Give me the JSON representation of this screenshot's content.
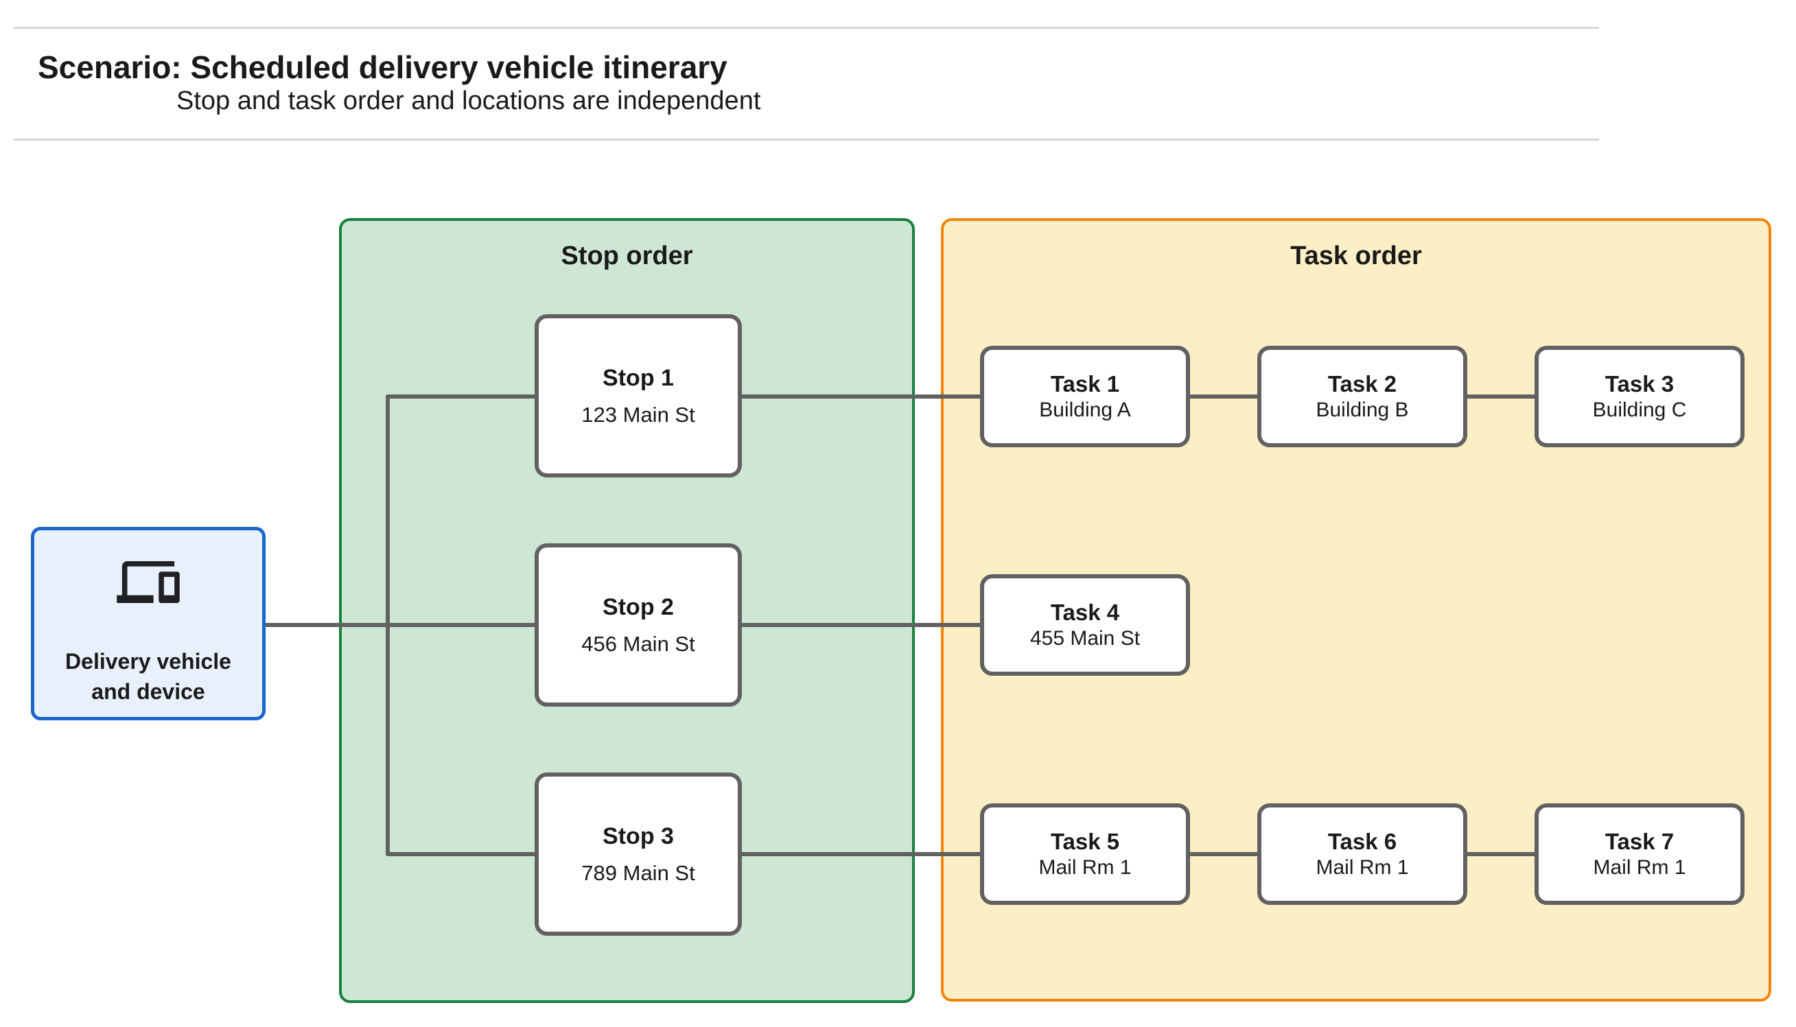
{
  "header": {
    "title": "Scenario: Scheduled delivery vehicle itinerary",
    "subtitle": "Stop and task order and locations are independent"
  },
  "vehicle_node": {
    "label_line1": "Delivery vehicle",
    "label_line2": "and device",
    "icon": "devices-icon"
  },
  "stop_group": {
    "title": "Stop order",
    "stops": [
      {
        "title": "Stop 1",
        "location": "123 Main St"
      },
      {
        "title": "Stop 2",
        "location": "456 Main St"
      },
      {
        "title": "Stop 3",
        "location": "789 Main St"
      }
    ]
  },
  "task_group": {
    "title": "Task order",
    "rows": [
      {
        "tasks": [
          {
            "title": "Task 1",
            "location": "Building A"
          },
          {
            "title": "Task 2",
            "location": "Building B"
          },
          {
            "title": "Task 3",
            "location": "Building C"
          }
        ]
      },
      {
        "tasks": [
          {
            "title": "Task 4",
            "location": "455 Main St"
          }
        ]
      },
      {
        "tasks": [
          {
            "title": "Task 5",
            "location": "Mail Rm 1"
          },
          {
            "title": "Task 6",
            "location": "Mail Rm 1"
          },
          {
            "title": "Task 7",
            "location": "Mail Rm 1"
          }
        ]
      }
    ]
  },
  "colors": {
    "stop_panel_fill": "#CEE7D4",
    "stop_panel_border": "#17803C",
    "task_panel_fill": "#FCEEC5",
    "task_panel_border": "#F0860D",
    "vehicle_fill": "#E8F0FB",
    "vehicle_border": "#1A66CC",
    "node_border": "#616161",
    "connector": "#616161",
    "divider": "#D6D6D6",
    "text": "#1A1A1A"
  }
}
